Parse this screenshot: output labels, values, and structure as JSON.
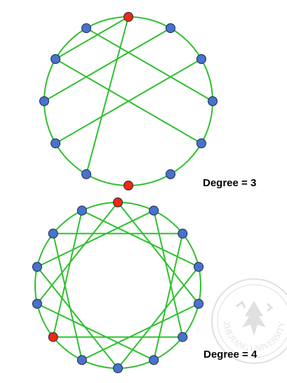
{
  "graphs": [
    {
      "label": "Degree = 3",
      "node_count": 12,
      "highlighted_nodes": [
        0,
        6
      ],
      "edges": [
        [
          0,
          7
        ],
        [
          0,
          10
        ],
        [
          1,
          9
        ],
        [
          2,
          8
        ],
        [
          3,
          11
        ],
        [
          4,
          10
        ]
      ]
    },
    {
      "label": "Degree = 4",
      "node_count": 14,
      "highlighted_nodes": [
        0,
        9
      ],
      "edges": [
        [
          0,
          4
        ],
        [
          0,
          10
        ],
        [
          1,
          5
        ],
        [
          1,
          11
        ],
        [
          2,
          6
        ],
        [
          2,
          12
        ],
        [
          3,
          7
        ],
        [
          3,
          13
        ],
        [
          4,
          8
        ],
        [
          5,
          9
        ],
        [
          6,
          10
        ],
        [
          7,
          11
        ],
        [
          8,
          12
        ],
        [
          9,
          13
        ]
      ]
    }
  ],
  "colors": {
    "edge": "#2fc02f",
    "node": "#4a72c8",
    "highlight": "#ee2a0a",
    "node_stroke": "#1a2a5a"
  },
  "watermark": {
    "text": "ZHEJIANG UNIVERSITY",
    "icon": "university-seal-icon"
  }
}
